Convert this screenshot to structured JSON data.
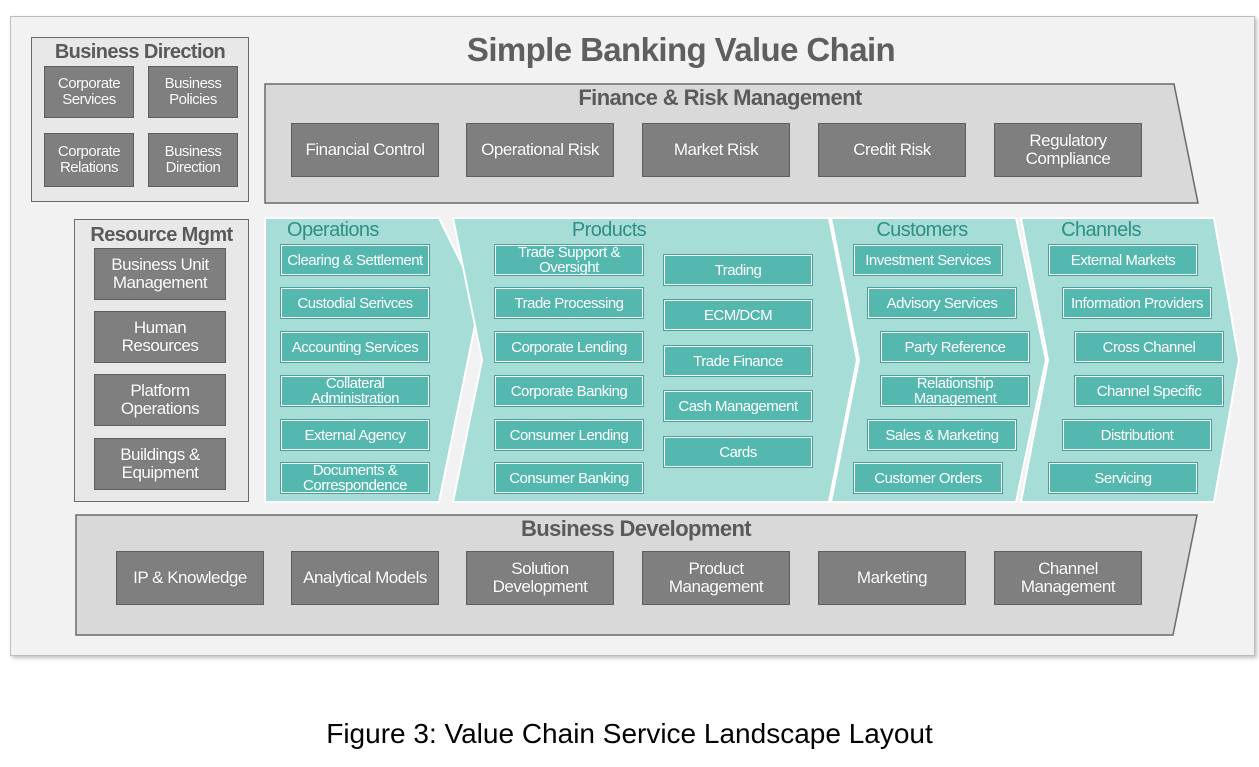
{
  "title": "Simple Banking Value Chain",
  "caption": "Figure 3: Value Chain Service Landscape Layout",
  "business_direction": {
    "title": "Business Direction",
    "items": [
      "Corporate Services",
      "Business Policies",
      "Corporate Relations",
      "Business Direction"
    ]
  },
  "finance_risk": {
    "title": "Finance & Risk Management",
    "items": [
      "Financial Control",
      "Operational Risk",
      "Market Risk",
      "Credit Risk",
      "Regulatory Compliance"
    ]
  },
  "resource_mgmt": {
    "title": "Resource Mgmt",
    "items": [
      "Business Unit Management",
      "Human Resources",
      "Platform Operations",
      "Buildings & Equipment"
    ]
  },
  "operations": {
    "title": "Operations",
    "items": [
      "Clearing & Settlement",
      "Custodial Serivces",
      "Accounting Services",
      "Collateral Administration",
      "External Agency",
      "Documents & Correspondence"
    ]
  },
  "products": {
    "title": "Products",
    "left": [
      "Trade Support & Oversight",
      "Trade Processing",
      "Corporate Lending",
      "Corporate Banking",
      "Consumer Lending",
      "Consumer Banking"
    ],
    "right": [
      "Trading",
      "ECM/DCM",
      "Trade Finance",
      "Cash Management",
      "Cards"
    ]
  },
  "customers": {
    "title": "Customers",
    "items": [
      "Investment Services",
      "Advisory Services",
      "Party Reference",
      "Relationship Management",
      "Sales & Marketing",
      "Customer Orders"
    ]
  },
  "channels": {
    "title": "Channels",
    "items": [
      "External Markets",
      "Information Providers",
      "Cross Channel",
      "Channel Specific",
      "Distributiont",
      "Servicing"
    ]
  },
  "business_development": {
    "title": "Business Development",
    "items": [
      "IP & Knowledge",
      "Analytical Models",
      "Solution Development",
      "Product Management",
      "Marketing",
      "Channel Management"
    ]
  },
  "colors": {
    "panel_gray": "#d9d9d9",
    "box_gray": "#7f7f7f",
    "chevron_teal": "#a7ddd7",
    "box_teal": "#54b8ae"
  }
}
